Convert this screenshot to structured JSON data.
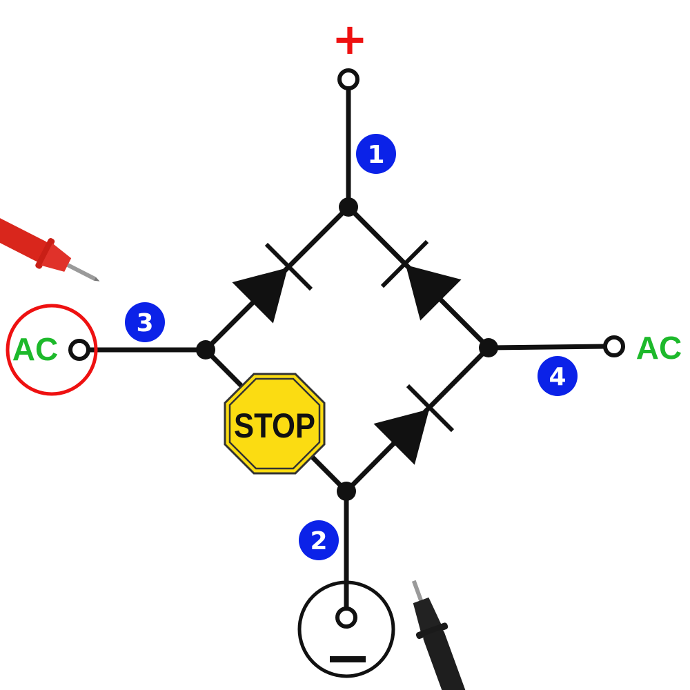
{
  "diagram": {
    "title": "Bridge rectifier with test probes",
    "positive_label": "+",
    "negative_label": "−",
    "ac_left_label": "AC",
    "ac_right_label": "AC",
    "stop_label": "STOP",
    "badges": [
      "1",
      "2",
      "3",
      "4"
    ],
    "colors": {
      "badge": "#0b22e8",
      "ac_text": "#1db92b",
      "plus": "#ee1111",
      "highlight_circle": "#ee1111",
      "stop_fill": "#fbdc12",
      "probe_red": "#d9261c",
      "probe_black": "#1e1e1e"
    }
  }
}
